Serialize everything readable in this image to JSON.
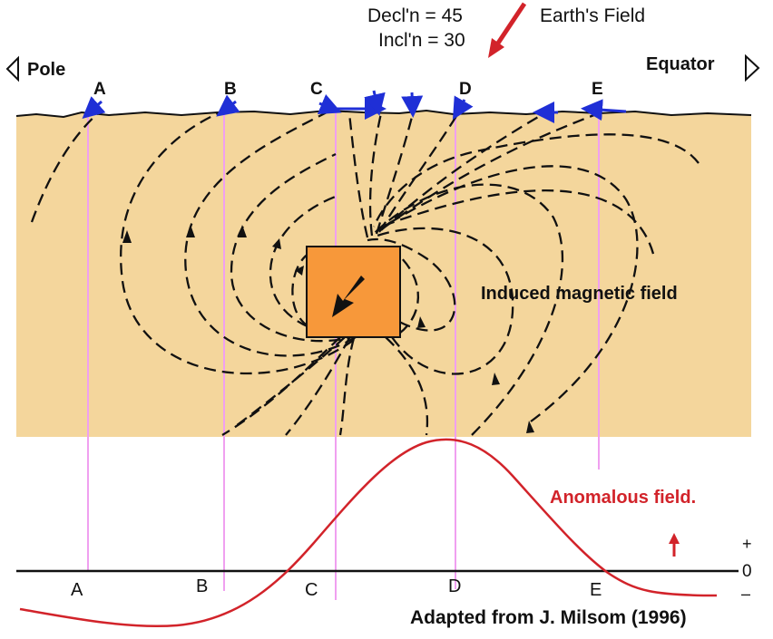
{
  "header": {
    "declination_text": "Decl'n = 45",
    "inclination_text": "Incl'n = 30",
    "earth_field_label": "Earth's Field",
    "pole_label": "Pole",
    "equator_label": "Equator"
  },
  "stations_top": [
    "A",
    "B",
    "C",
    "D",
    "E"
  ],
  "stations_bottom": [
    "A",
    "B",
    "C",
    "D",
    "E"
  ],
  "induced_label": "Induced magnetic field",
  "anomaly_label": "Anomalous field.",
  "axis_signs": {
    "plus": "+",
    "zero": "0",
    "minus": "–"
  },
  "credit": "Adapted from J. Milsom (1996)",
  "colors": {
    "ground": "#f4d69c",
    "body": "#f7983a",
    "field_lines": "#111111",
    "surface_arrows": "#1f2fd6",
    "anomaly": "#d2232a",
    "station_lines": "#f0a0f0",
    "earth_field_arrow": "#d2232a"
  }
}
